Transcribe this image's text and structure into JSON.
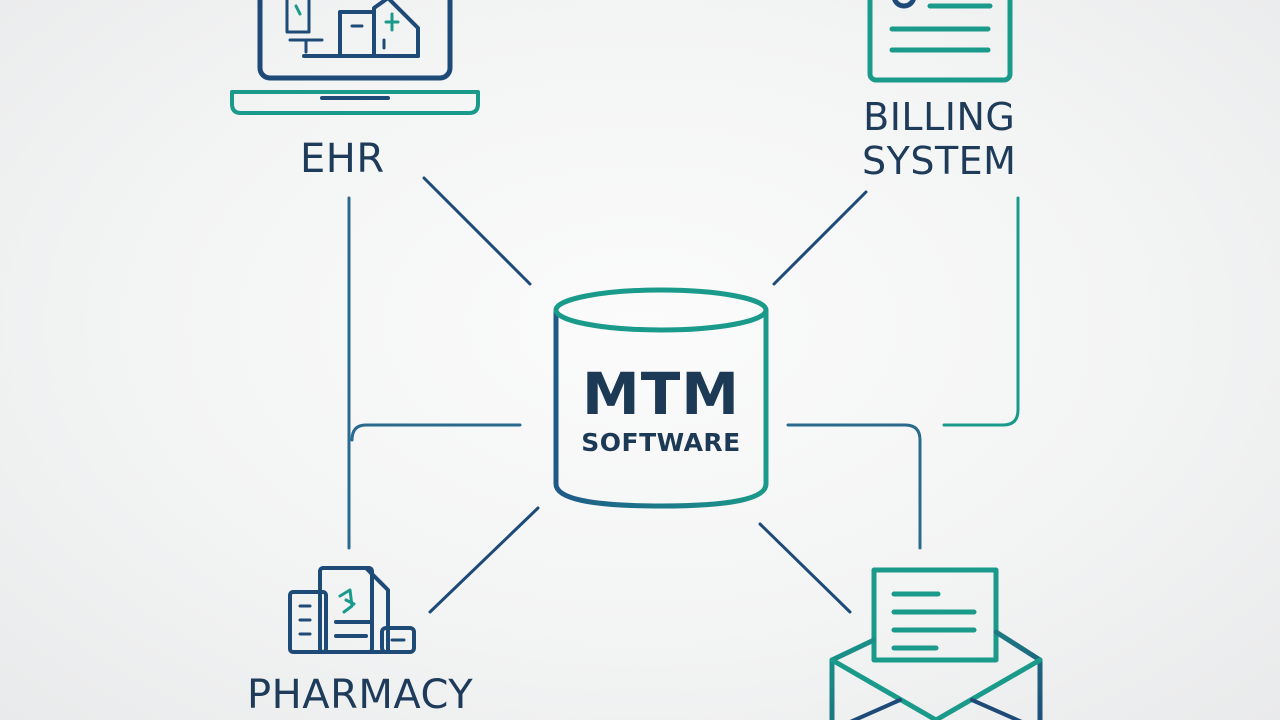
{
  "nodes": {
    "core": {
      "title": "MTM",
      "subtitle": "SOFTWARE"
    },
    "ehr": {
      "label": "EHR"
    },
    "billing": {
      "label_line1": "BILLING",
      "label_line2": "SYSTEM"
    },
    "pharmacy": {
      "label": "PHARMACY"
    },
    "messaging": {
      "label": ""
    }
  },
  "icons": {
    "ehr": "laptop-icon",
    "billing": "document-icon",
    "pharmacy": "pharmacy-building-icon",
    "messaging": "envelope-letter-icon",
    "core": "database-cylinder-icon"
  },
  "colors": {
    "navy": "#1e4a78",
    "teal": "#1a9a8a",
    "text": "#1e3c5a"
  }
}
